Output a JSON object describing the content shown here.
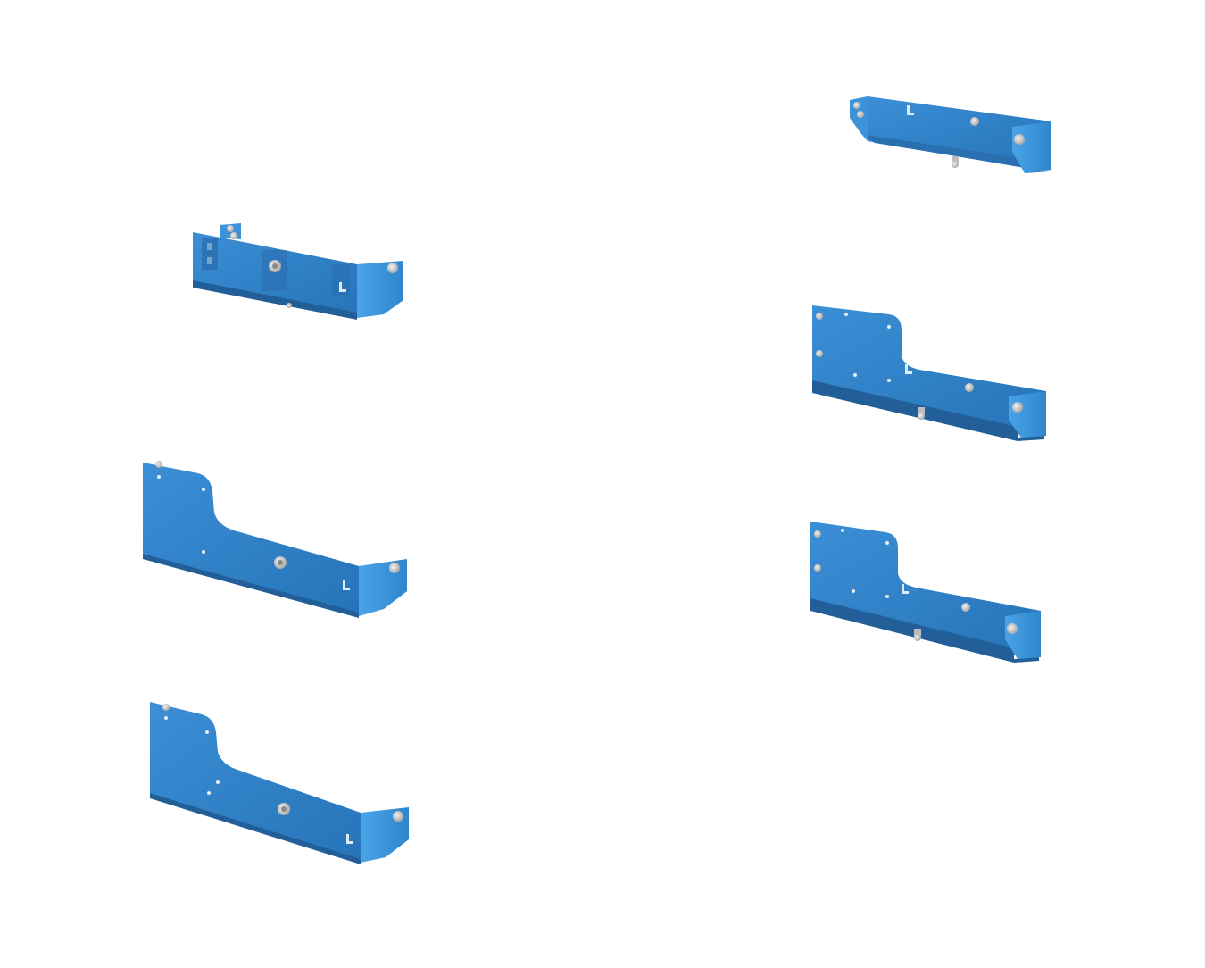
{
  "scene": {
    "background_color": "#ffffff",
    "part_color": "#2f7fc4",
    "part_highlight": "#4a9ee0",
    "part_shadow": "#1f5f9a",
    "hardware_color": "#c9c9c9",
    "brackets": [
      {
        "id": "bracket-top-right",
        "kind": "short-channel"
      },
      {
        "id": "bracket-upper-left",
        "kind": "short-channel-slotted"
      },
      {
        "id": "bracket-middle-right",
        "kind": "l-shaped"
      },
      {
        "id": "bracket-middle-left",
        "kind": "l-shaped-long"
      },
      {
        "id": "bracket-lower-right",
        "kind": "l-shaped"
      },
      {
        "id": "bracket-bottom-left",
        "kind": "l-shaped-long"
      }
    ]
  }
}
